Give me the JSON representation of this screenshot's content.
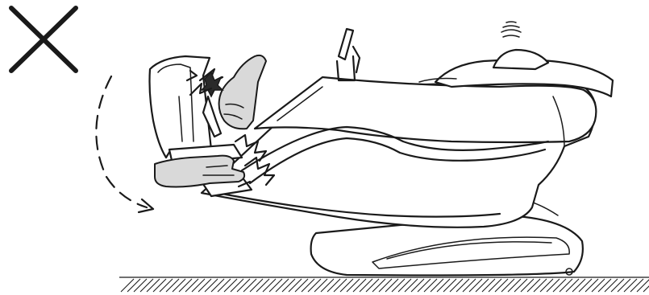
{
  "illustration": {
    "subject": "massage-chair",
    "warning_mark": "x-mark",
    "motion": "recline-backward-arrow",
    "hazard": "hand-pinch-points",
    "colors": {
      "ink": "#1a1a1a",
      "hand_fill": "#d9d9d9",
      "background": "#ffffff"
    }
  }
}
